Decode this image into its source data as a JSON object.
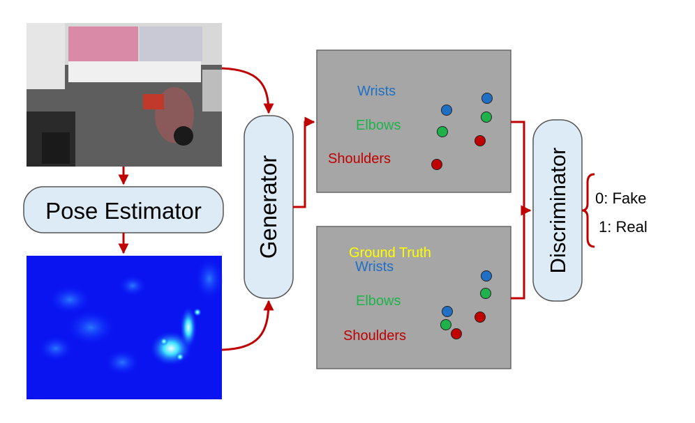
{
  "nodes": {
    "pose_estimator": "Pose Estimator",
    "generator": "Generator",
    "discriminator": "Discriminator"
  },
  "panels": {
    "generated": {
      "labels": {
        "wrists": "Wrists",
        "elbows": "Elbows",
        "shoulders": "Shoulders"
      }
    },
    "ground_truth": {
      "title": "Ground Truth",
      "labels": {
        "wrists": "Wrists",
        "elbows": "Elbows",
        "shoulders": "Shoulders"
      }
    }
  },
  "outputs": {
    "fake": "0: Fake",
    "real": "1: Real"
  },
  "colors": {
    "wrists": "#1f6fc4",
    "elbows": "#1fb24a",
    "shoulders": "#c00000",
    "arrow": "#c00000",
    "node_fill": "#dcebf5",
    "panel_fill": "#a6a6a6",
    "ground_truth_title": "#ffff00"
  },
  "images": {
    "camera_photo": "overhead-store-camera-photo",
    "heatmap": "pose-heatmap"
  }
}
